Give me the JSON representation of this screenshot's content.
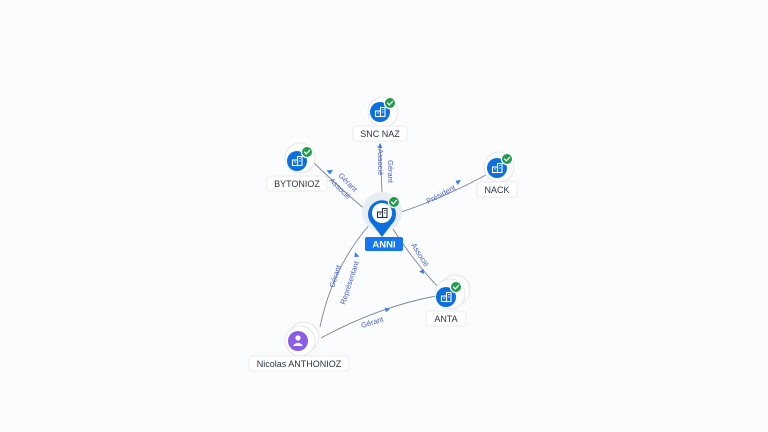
{
  "colors": {
    "company_node": "#0b6fe0",
    "person_node": "#8b5ce6",
    "check_badge": "#1f9d4b",
    "center_label_bg": "#1477f0",
    "edge": "#7b8497",
    "edge_label": "#4a63c8"
  },
  "nodes": {
    "anni": {
      "label": "ANNI",
      "icon": "building-icon",
      "badge": "check-icon"
    },
    "snc_naz": {
      "label": "SNC NAZ",
      "icon": "building-icon",
      "badge": "check-icon"
    },
    "bytonioz": {
      "label": "BYTONIOZ",
      "icon": "building-icon",
      "badge": "check-icon"
    },
    "nack": {
      "label": "NACK",
      "icon": "building-icon",
      "badge": "check-icon"
    },
    "anta": {
      "label": "ANTA",
      "icon": "building-icon",
      "badge": "check-icon"
    },
    "nicolas": {
      "label": "Nicolas ANTHONIOZ",
      "icon": "person-icon"
    }
  },
  "edges": {
    "anni_snc_naz": [
      "Gérant",
      "Associé"
    ],
    "anni_bytonioz": [
      "Gérant",
      "Associé"
    ],
    "anni_nack": [
      "Président"
    ],
    "anni_anta": [
      "Associé"
    ],
    "nicolas_anni": [
      "Gérant",
      "Représentant"
    ],
    "nicolas_anta": [
      "Gérant"
    ]
  }
}
